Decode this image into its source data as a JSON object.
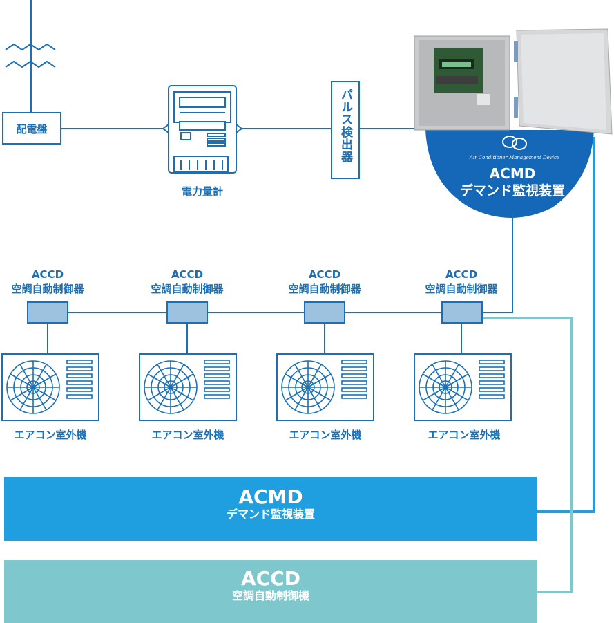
{
  "labels": {
    "distribution_board": "配電盤",
    "power_meter": "電力量計",
    "pulse_detector": "パルス検出器",
    "acmd_badge_name": "ACMD",
    "acmd_badge_sub": "デマンド監視装置",
    "acmd_badge_tagline": "Air Conditioner Management Device"
  },
  "controllers": [
    {
      "name": "ACCD",
      "sub": "空調自動制御器"
    },
    {
      "name": "ACCD",
      "sub": "空調自動制御器"
    },
    {
      "name": "ACCD",
      "sub": "空調自動制御器"
    },
    {
      "name": "ACCD",
      "sub": "空調自動制御器"
    }
  ],
  "outdoor_units": [
    {
      "label": "エアコン室外機"
    },
    {
      "label": "エアコン室外機"
    },
    {
      "label": "エアコン室外機"
    },
    {
      "label": "エアコン室外機"
    }
  ],
  "bands": {
    "acmd": {
      "title": "ACMD",
      "subtitle": "デマンド監視装置"
    },
    "accd": {
      "title": "ACCD",
      "subtitle": "空調自動制御機"
    }
  },
  "colors": {
    "line_blue": "#1a6fb5",
    "acmd_blue": "#1f9fe0",
    "accd_teal": "#7ec7cc",
    "controller_fill": "#9cc2e0",
    "badge_navy": "#1568b8"
  },
  "icons": [
    "distribution-line-icon",
    "power-meter-icon",
    "control-box-photo",
    "logo-icon",
    "fan-icon"
  ]
}
